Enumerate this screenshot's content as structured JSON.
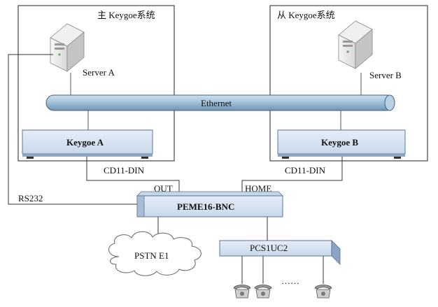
{
  "systems": {
    "master_title": "主 Keygoe系统",
    "slave_title": "从 Keygoe系统"
  },
  "servers": {
    "a": "Server A",
    "b": "Server B"
  },
  "network": {
    "ethernet": "Ethernet"
  },
  "devices": {
    "keygoe_a": "Keygoe A",
    "keygoe_b": "Keygoe B",
    "peme": "PEME16-BNC",
    "pcs": "PCS1UC2",
    "pstn": "PSTN E1"
  },
  "links": {
    "cd11_a": "CD11-DIN",
    "cd11_b": "CD11-DIN",
    "out": "OUT",
    "home": "HOME",
    "rs232": "RS232"
  },
  "phones": {
    "ellipsis": "……"
  },
  "colors": {
    "ethernet_fill": "#a9c9df",
    "device_fill": "#dde8f4",
    "device_top": "#c3d6ea",
    "device_side": "#8aa4c2",
    "server_body": "#eeeeee",
    "server_side": "#bfbfbf"
  }
}
